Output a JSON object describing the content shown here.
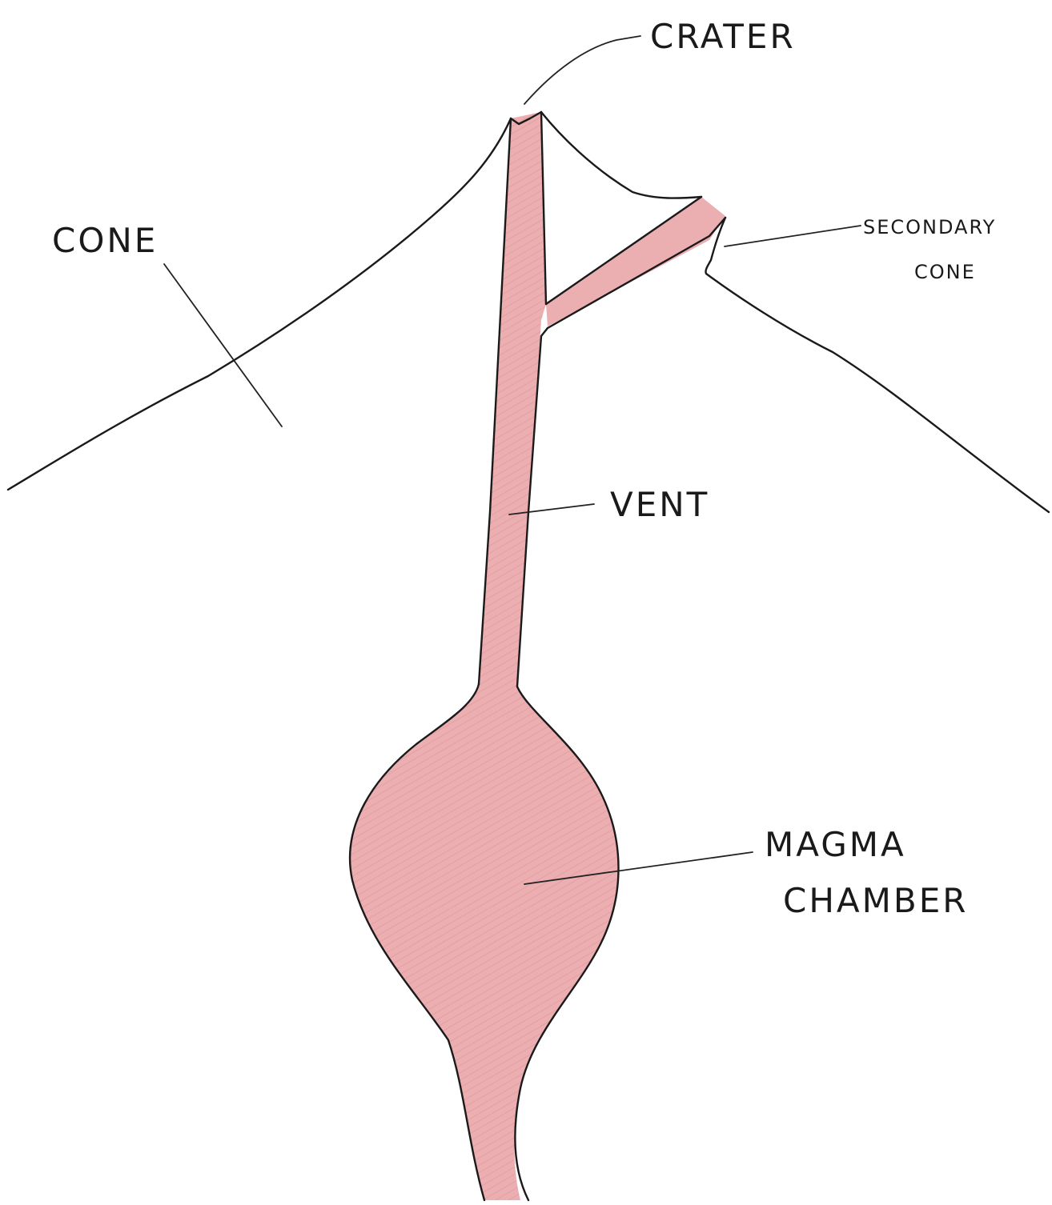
{
  "labels": {
    "crater": "CRATER",
    "cone": "CONE",
    "secondary_cone_line1": "SECONDARY",
    "secondary_cone_line2": "CONE",
    "vent": "VENT",
    "magma_chamber_line1": "MAGMA",
    "magma_chamber_line2": "CHAMBER"
  },
  "colors": {
    "magma": "#e8a0a3",
    "outline": "#1a1a1a",
    "background": "#ffffff"
  }
}
